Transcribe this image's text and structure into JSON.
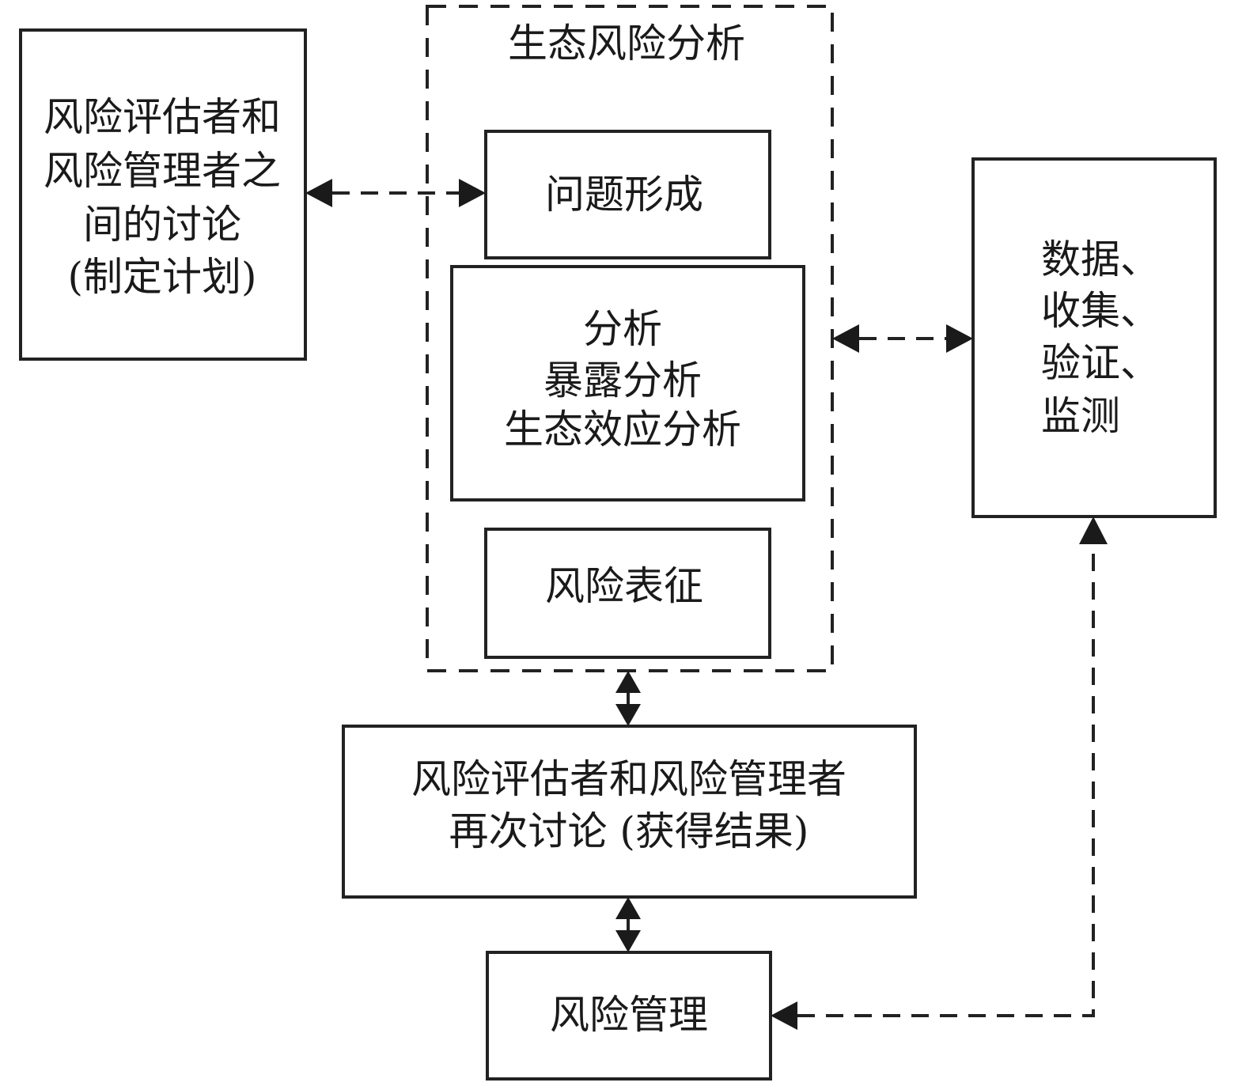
{
  "diagram": {
    "frame_title": "生态风险分析",
    "nodes": {
      "planning": {
        "lines": [
          "风险评估者和",
          "风险管理者之",
          "间的讨论",
          "(制定计划)"
        ]
      },
      "problem": {
        "lines": [
          "问题形成"
        ]
      },
      "analysis": {
        "lines": [
          "分析",
          "暴露分析",
          "生态效应分析"
        ]
      },
      "characterization": {
        "lines": [
          "风险表征"
        ]
      },
      "data": {
        "lines": [
          "数据、",
          "收集、",
          "验证、",
          "监测"
        ]
      },
      "results": {
        "lines": [
          "风险评估者和风险管理者",
          "再次讨论 (获得结果)"
        ]
      },
      "management": {
        "lines": [
          "风险管理"
        ]
      }
    },
    "edges": [
      {
        "from": "planning",
        "to": "problem",
        "style": "dashed",
        "direction": "both"
      },
      {
        "from": "frame",
        "to": "data",
        "style": "dashed",
        "direction": "both"
      },
      {
        "from": "frame",
        "to": "results",
        "style": "solid",
        "direction": "both"
      },
      {
        "from": "results",
        "to": "management",
        "style": "solid",
        "direction": "both"
      },
      {
        "from": "management",
        "to": "data",
        "style": "dashed",
        "direction": "both"
      }
    ]
  }
}
